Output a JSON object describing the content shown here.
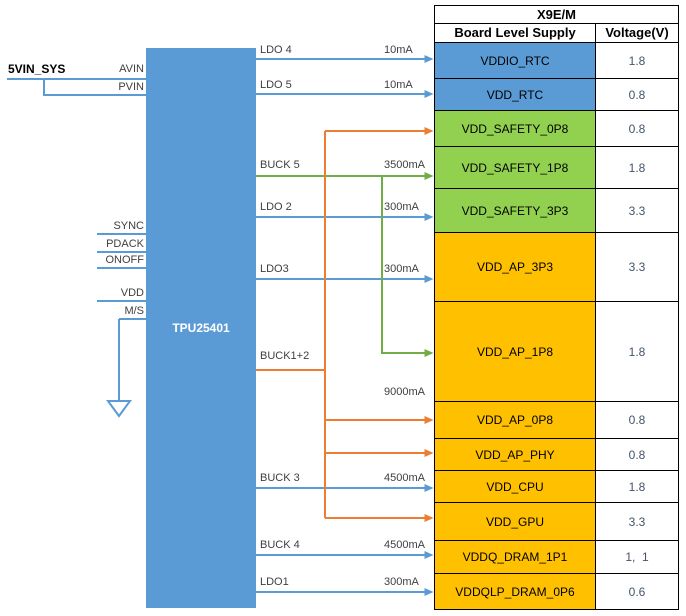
{
  "diagram": {
    "source_label": "5VIN_SYS",
    "chip_name": "TPU25401",
    "input_pins": [
      {
        "label": "AVIN"
      },
      {
        "label": "PVIN"
      }
    ],
    "control_pins": [
      {
        "label": "SYNC"
      },
      {
        "label": "PDACK"
      },
      {
        "label": "ONOFF"
      },
      {
        "label": "VDD"
      },
      {
        "label": "M/S"
      }
    ],
    "ground_symbol": "open-down-triangle",
    "outputs": [
      {
        "rail": "LDO 4",
        "current": "10mA",
        "wire_color": "blue",
        "targets": [
          "VDDIO_RTC"
        ]
      },
      {
        "rail": "LDO 5",
        "current": "10mA",
        "wire_color": "blue",
        "targets": [
          "VDD_RTC"
        ]
      },
      {
        "rail": "BUCK 5",
        "current": "3500mA",
        "wire_color": "green",
        "targets": [
          "VDD_SAFETY_1P8",
          "VDD_AP_1P8"
        ]
      },
      {
        "rail": "LDO 2",
        "current": "300mA",
        "wire_color": "blue",
        "targets": [
          "VDD_SAFETY_3P3"
        ]
      },
      {
        "rail": "LDO3",
        "current": "300mA",
        "wire_color": "blue",
        "targets": [
          "VDD_AP_3P3"
        ]
      },
      {
        "rail": "BUCK1+2",
        "current": "9000mA",
        "wire_color": "orange",
        "targets": [
          "VDD_SAFETY_0P8",
          "VDD_AP_0P8",
          "VDD_AP_PHY",
          "VDD_GPU"
        ]
      },
      {
        "rail": "BUCK 3",
        "current": "4500mA",
        "wire_color": "blue",
        "targets": [
          "VDD_CPU"
        ]
      },
      {
        "rail": "BUCK 4",
        "current": "4500mA",
        "wire_color": "blue",
        "targets": [
          "VDDQ_DRAM_1P1"
        ]
      },
      {
        "rail": "LDO1",
        "current": "300mA",
        "wire_color": "blue",
        "targets": [
          "VDDQLP_DRAM_0P6"
        ]
      }
    ]
  },
  "table": {
    "title": "X9E/M",
    "columns": [
      "Board Level Supply",
      "Voltage(V)"
    ],
    "rows": [
      {
        "supply": "VDDIO_RTC",
        "voltage": "1.8",
        "color": "blue"
      },
      {
        "supply": "VDD_RTC",
        "voltage": "0.8",
        "color": "blue"
      },
      {
        "supply": "VDD_SAFETY_0P8",
        "voltage": "0.8",
        "color": "green"
      },
      {
        "supply": "VDD_SAFETY_1P8",
        "voltage": "1.8",
        "color": "green"
      },
      {
        "supply": "VDD_SAFETY_3P3",
        "voltage": "3.3",
        "color": "green"
      },
      {
        "supply": "VDD_AP_3P3",
        "voltage": "3.3",
        "color": "orange"
      },
      {
        "supply": "VDD_AP_1P8",
        "voltage": "1.8",
        "color": "orange"
      },
      {
        "supply": "VDD_AP_0P8",
        "voltage": "0.8",
        "color": "orange"
      },
      {
        "supply": "VDD_AP_PHY",
        "voltage": "0.8",
        "color": "orange"
      },
      {
        "supply": "VDD_CPU",
        "voltage": "1.8",
        "color": "orange"
      },
      {
        "supply": "VDD_GPU",
        "voltage": "3.3",
        "color": "orange"
      },
      {
        "supply": "VDDQ_DRAM_1P1",
        "voltage": "1,  1",
        "color": "orange"
      },
      {
        "supply": "VDDQLP_DRAM_0P6",
        "voltage": "0.6",
        "color": "orange"
      }
    ]
  },
  "colors": {
    "chip_blue": "#5B9BD5",
    "row_blue": "#5B9BD5",
    "row_green": "#92D050",
    "row_orange": "#FFC000",
    "wire_blue": "#5B9BD5",
    "wire_green": "#70AD47",
    "wire_orange": "#ED7D31",
    "table_border": "#000000",
    "voltage_text": "#44546A"
  }
}
